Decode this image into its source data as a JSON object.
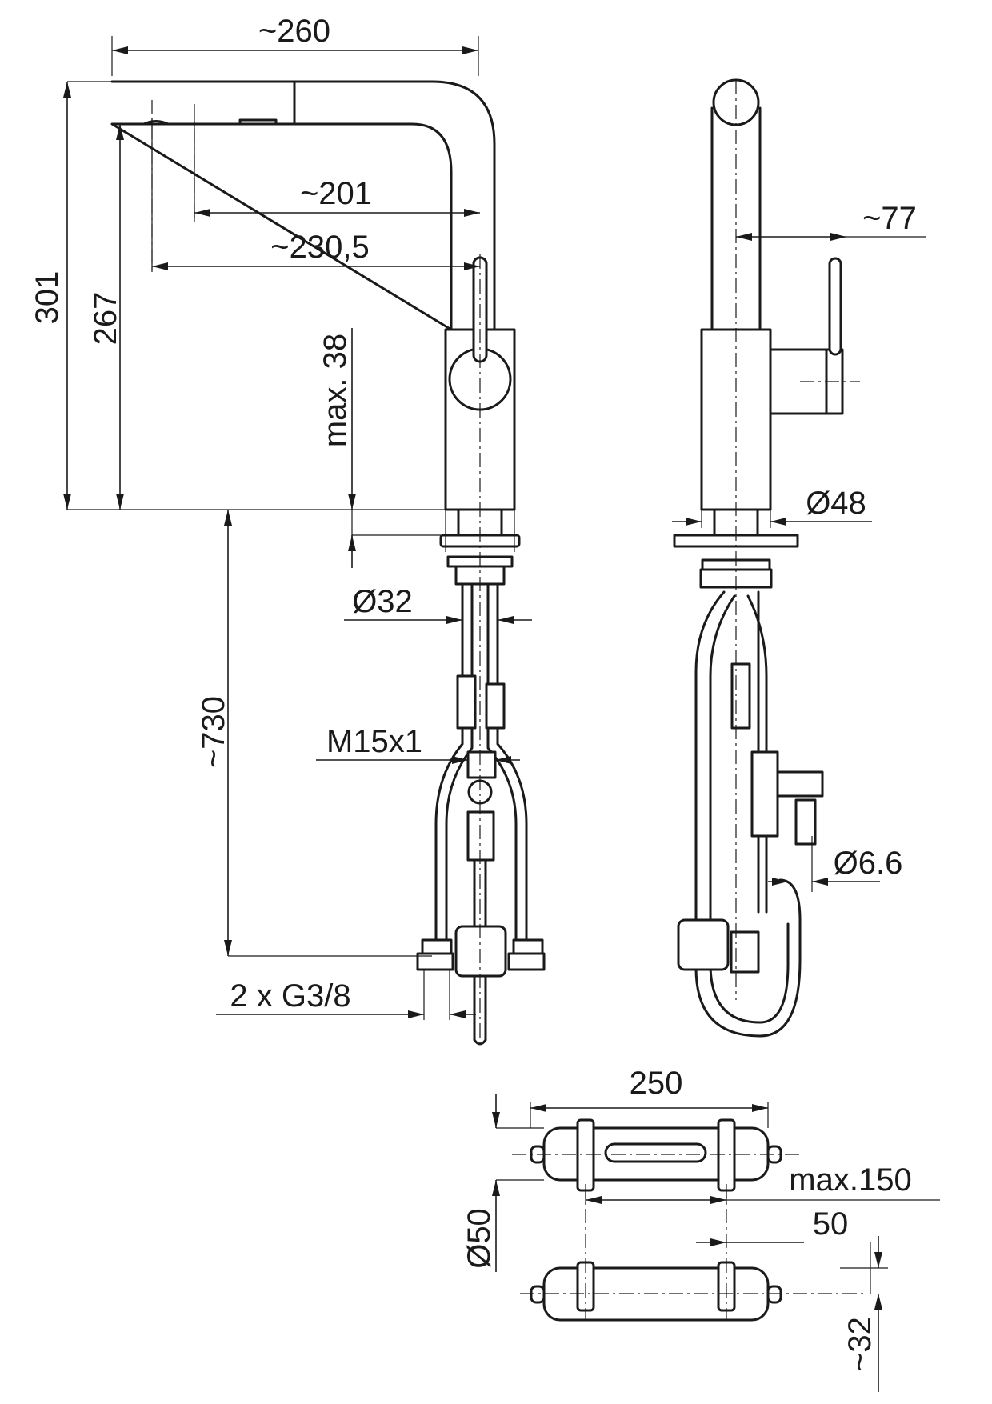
{
  "dimensions": {
    "width_total": "~260",
    "reach_201": "~201",
    "reach_230_5": "~230,5",
    "height_301": "301",
    "height_267": "267",
    "counter_max": "max. 38",
    "base_diameter": "Ø32",
    "hose_length": "~730",
    "thread_m15": "M15x1",
    "connections": "2 x G3/8",
    "side_offset": "~77",
    "flange_diameter": "Ø48",
    "spray_hose": "Ø6.6",
    "weight_length": "250",
    "weight_diameter": "Ø50",
    "weight_travel": "max.150",
    "weight_offset": "50",
    "weight_drop": "~32"
  }
}
